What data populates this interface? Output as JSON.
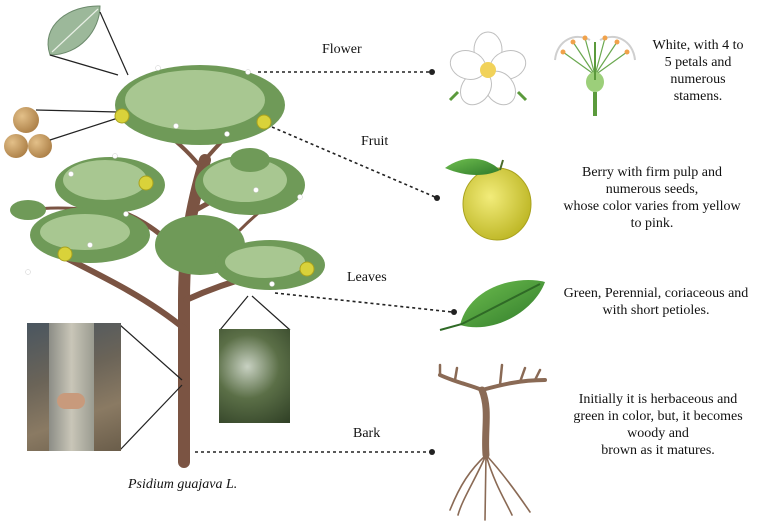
{
  "parts": [
    {
      "key": "flower",
      "label": "Flower",
      "description": [
        "White, with 4 to",
        "5 petals and",
        "numerous",
        "stamens."
      ]
    },
    {
      "key": "fruit",
      "label": "Fruit",
      "description": [
        "Berry with firm pulp and",
        "numerous seeds,",
        "whose color varies from yellow",
        "to pink."
      ]
    },
    {
      "key": "leaves",
      "label": "Leaves",
      "description": [
        "Green, Perennial, coriaceous and",
        "with short petioles."
      ]
    },
    {
      "key": "bark",
      "label": "Bark",
      "description": [
        "Initially it is herbaceous and",
        "green in color, but, it becomes",
        "woody and",
        "brown as it matures."
      ]
    }
  ],
  "species_name": "Psidium guajava L.",
  "colors": {
    "canopy_dark": "#6f9a58",
    "canopy_light": "#a8c791",
    "trunk": "#7b5443",
    "fruit": "#d9d23a",
    "leaf": "#4f9a3c",
    "root": "#8a6a55",
    "line": "#222222"
  }
}
